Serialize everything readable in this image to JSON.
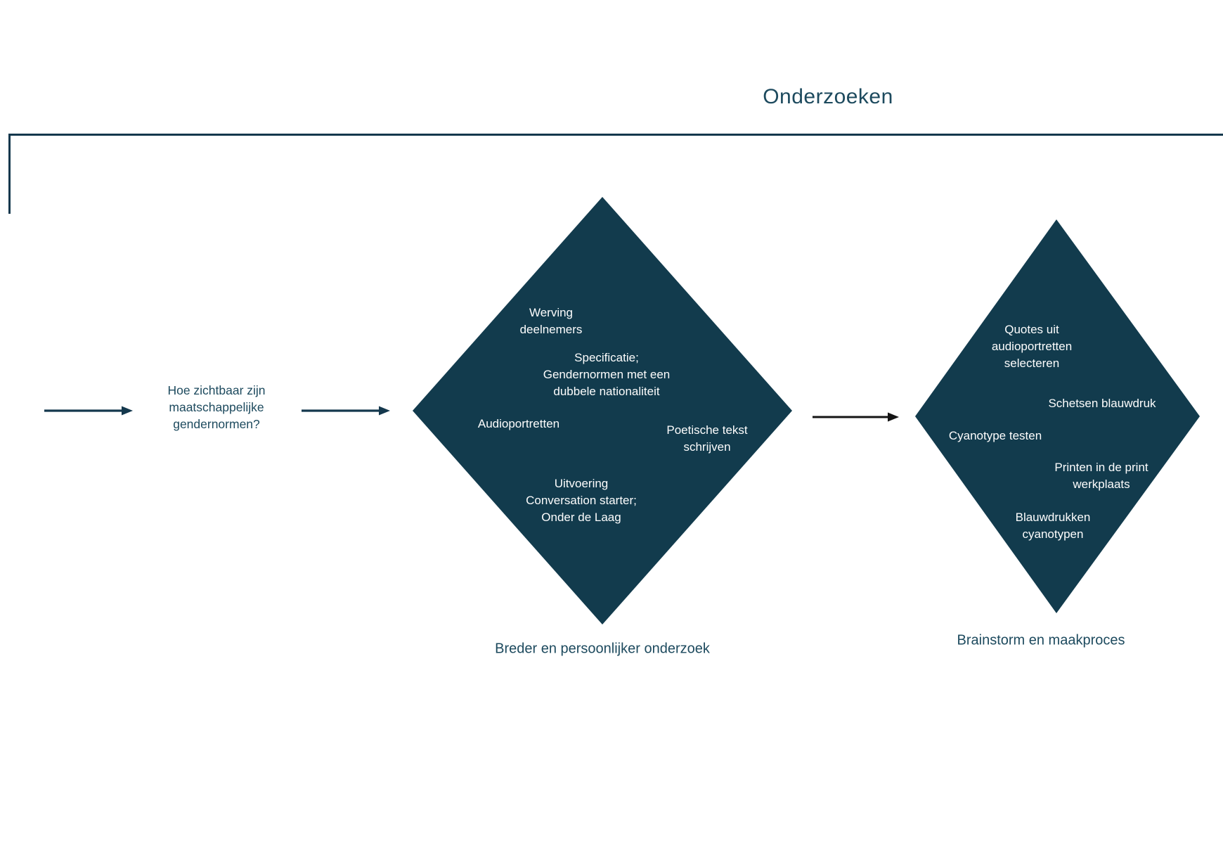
{
  "title": "Onderzoeken",
  "colors": {
    "diamond": "#123b4d",
    "text_dark": "#1d4a5e",
    "text_light": "#fdfdfd",
    "arrow": "#14384d",
    "arrow_black": "#141414",
    "line": "#14384d"
  },
  "question": "Hoe zichtbaar zijn\nmaatschappelijke\ngendernormen?",
  "diamond1": {
    "label": "Breder en persoonlijker onderzoek",
    "items": [
      {
        "text": "Werving\ndeelnemers"
      },
      {
        "text": "Specificatie;\nGendernormen met een\ndubbele nationaliteit"
      },
      {
        "text": "Audioportretten"
      },
      {
        "text": "Poetische tekst\nschrijven"
      },
      {
        "text": "Uitvoering\nConversation starter;\nOnder de Laag"
      }
    ]
  },
  "diamond2": {
    "label": "Brainstorm en maakproces",
    "items": [
      {
        "text": "Quotes uit\naudioportretten\nselecteren"
      },
      {
        "text": "Schetsen blauwdruk"
      },
      {
        "text": "Cyanotype testen"
      },
      {
        "text": "Printen in de print\nwerkplaats"
      },
      {
        "text": "Blauwdrukken\ncyanotypen"
      }
    ]
  }
}
